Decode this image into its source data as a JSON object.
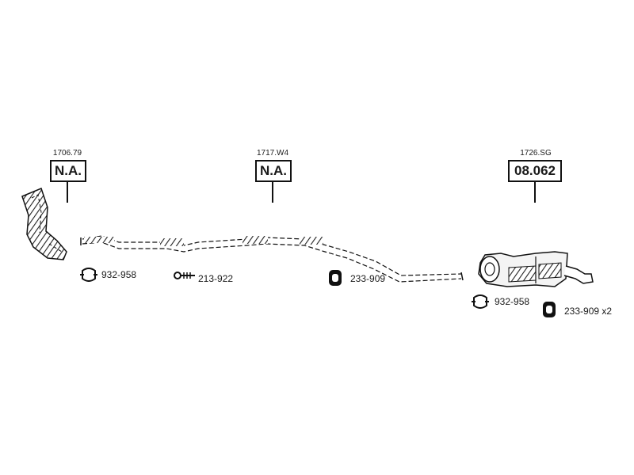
{
  "parts": [
    {
      "ref": "1706.79",
      "box": "N.A."
    },
    {
      "ref": "1717.W4",
      "box": "N.A."
    },
    {
      "ref": "1726.SG",
      "box": "08.062"
    }
  ],
  "accessories": [
    {
      "icon": "pipe-clamp-icon",
      "label": "932-958"
    },
    {
      "icon": "spring-bolt-icon",
      "label": "213-922"
    },
    {
      "icon": "rubber-mount-icon",
      "label": "233-909"
    },
    {
      "icon": "pipe-clamp-icon",
      "label": "932-958"
    },
    {
      "icon": "rubber-mount-icon",
      "label": "233-909 x2"
    }
  ]
}
